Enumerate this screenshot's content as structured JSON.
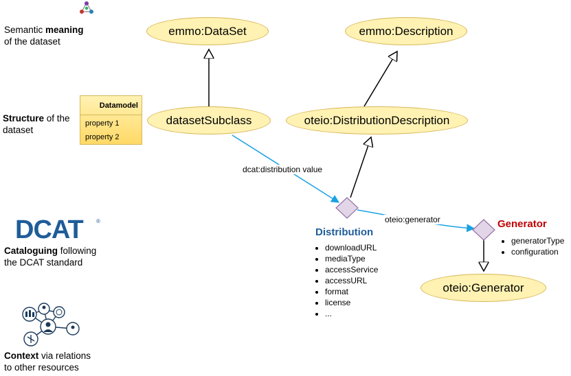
{
  "nodes": {
    "dataset": "emmo:DataSet",
    "description": "emmo:Description",
    "subclass": "datasetSubclass",
    "distribution_description": "oteio:DistributionDescription",
    "generator": "oteio:Generator"
  },
  "edges": {
    "distribution_value": "dcat:distribution value",
    "generator": "oteio:generator"
  },
  "datamodel": {
    "title": "Datamodel",
    "properties": [
      "property 1",
      "property 2"
    ]
  },
  "distribution": {
    "title": "Distribution",
    "properties": [
      "downloadURL",
      "mediaType",
      "accessService",
      "accessURL",
      "format",
      "license",
      "..."
    ]
  },
  "generator_box": {
    "title": "Generator",
    "properties": [
      "generatorType",
      "configuration"
    ]
  },
  "left_panel": {
    "semantic": {
      "pre": "Semantic ",
      "bold": "meaning",
      "rest": "of the dataset"
    },
    "structure": {
      "bold": "Structure",
      "rest1": " of the",
      "rest2": "dataset"
    },
    "cataloguing": {
      "bold": "Cataloguing",
      "rest1": " following",
      "rest2": "the DCAT standard"
    },
    "context": {
      "bold": "Context",
      "rest1": " via relations",
      "rest2": "to other resources"
    }
  },
  "logo": {
    "text": "DCAT",
    "mark": "®"
  },
  "icons": [
    "emmo-logo-icon",
    "dcat-logo",
    "network-context-icon"
  ],
  "colors": {
    "ellipse_fill": "#fff2b3",
    "ellipse_border": "#d6b656",
    "diamond_fill": "#e1d5e7",
    "diamond_border": "#9673a6",
    "blue_edge": "#1ba1e2",
    "distribution_title": "#1f5c99",
    "generator_title": "#c00000"
  }
}
